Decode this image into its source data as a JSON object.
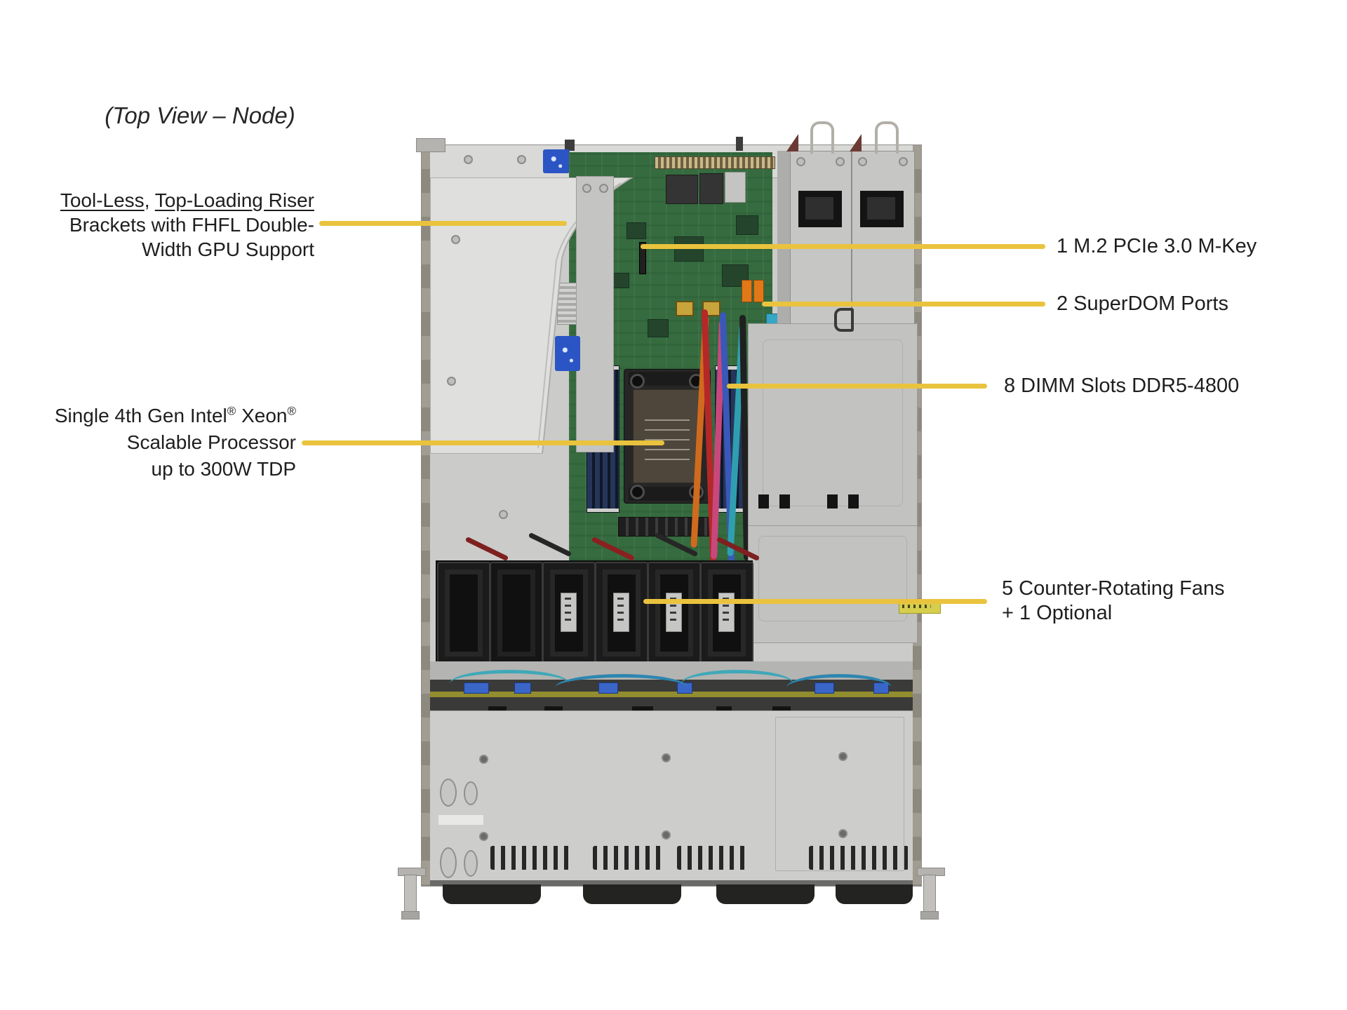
{
  "title": "(Top View – Node)",
  "callouts": {
    "riser": {
      "part1": "Tool-Less",
      "separator": ", ",
      "part2": "Top-Loading Riser",
      "line2": "Brackets with FHFL Double-",
      "line3": "Width GPU Support"
    },
    "cpu": {
      "l1a": "Single 4th Gen Intel",
      "reg1": "®",
      "l1b": " Xeon",
      "reg2": "®",
      "line2": "Scalable Processor",
      "line3": "up to 300W TDP"
    },
    "m2": {
      "label": "1 M.2 PCIe 3.0 M-Key"
    },
    "superdom": {
      "label": "2 SuperDOM Ports"
    },
    "dimm": {
      "label": "8 DIMM Slots DDR5-4800"
    },
    "fans": {
      "line1": "5 Counter-Rotating Fans",
      "line2": "+ 1 Optional"
    }
  },
  "colors": {
    "callout_line": "#EAC33E",
    "chassis": "#CBCBC9",
    "motherboard_pcb": "#356B3E",
    "superdom_connector": "#E07818",
    "service_sticker_blue": "#2B55C4",
    "warning_sticker_yellow": "#D6CE4E",
    "text": "#1E1E1E",
    "background": "#FFFFFF"
  }
}
